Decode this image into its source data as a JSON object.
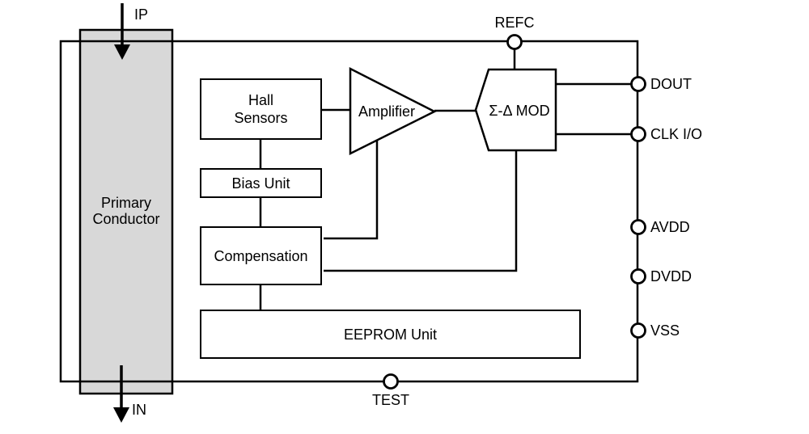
{
  "diagram": {
    "title_hint": "Hall-effect current sensor IC block diagram",
    "blocks": {
      "primary_conductor": {
        "line1": "Primary",
        "line2": "Conductor"
      },
      "hall": {
        "line1": "Hall",
        "line2": "Sensors"
      },
      "bias": "Bias Unit",
      "compensation": "Compensation",
      "eeprom": "EEPROM Unit",
      "amplifier": "Amplifier",
      "mod": "Σ-Δ MOD"
    },
    "pins": {
      "refc": "REFC",
      "dout": "DOUT",
      "clkio": "CLK I/O",
      "avdd": "AVDD",
      "dvdd": "DVDD",
      "vss": "VSS",
      "test": "TEST"
    },
    "arrows": {
      "ip": "IP",
      "in": "IN"
    },
    "colors": {
      "line": "#000000",
      "conductor_fill": "#d8d8d8",
      "background": "#ffffff"
    }
  }
}
